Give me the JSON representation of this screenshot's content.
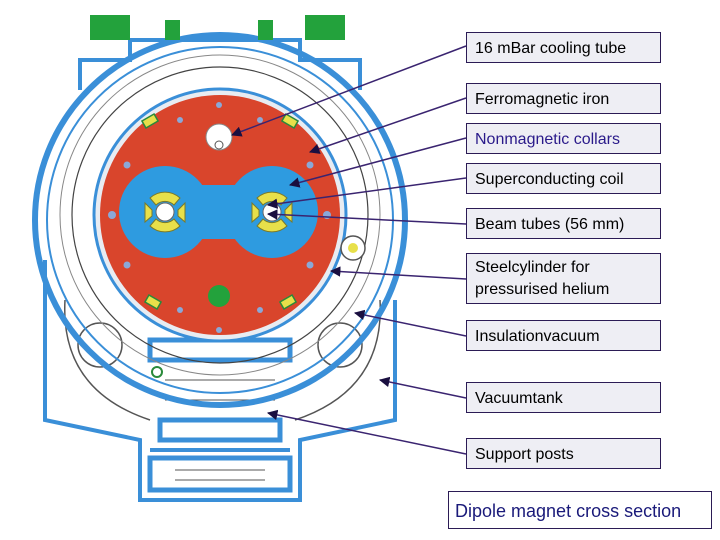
{
  "labels": [
    {
      "id": "cooling-tube",
      "text": "16 mBar cooling tube"
    },
    {
      "id": "iron",
      "text": "Ferromagnetic iron"
    },
    {
      "id": "collars",
      "text": "Nonmagnetic collars"
    },
    {
      "id": "coil",
      "text": "Superconducting coil"
    },
    {
      "id": "beam-tubes",
      "text": "Beam tubes (56 mm)"
    },
    {
      "id": "steel-cylinder",
      "line1": "Steelcylinder for",
      "line2": "pressurised helium"
    },
    {
      "id": "insulation",
      "text": "Insulationvacuum"
    },
    {
      "id": "vacuum-tank",
      "text": "Vacuumtank"
    },
    {
      "id": "support",
      "text": "Support posts"
    }
  ],
  "caption": "Dipole magnet cross section",
  "colors": {
    "iron": "#d9452c",
    "collar": "#2e9be0",
    "coil": "#e8e04a",
    "green": "#23a23c",
    "outline": "#3a8fd8",
    "arrow": "#3a2470",
    "box_fill": "#eeeef4"
  }
}
